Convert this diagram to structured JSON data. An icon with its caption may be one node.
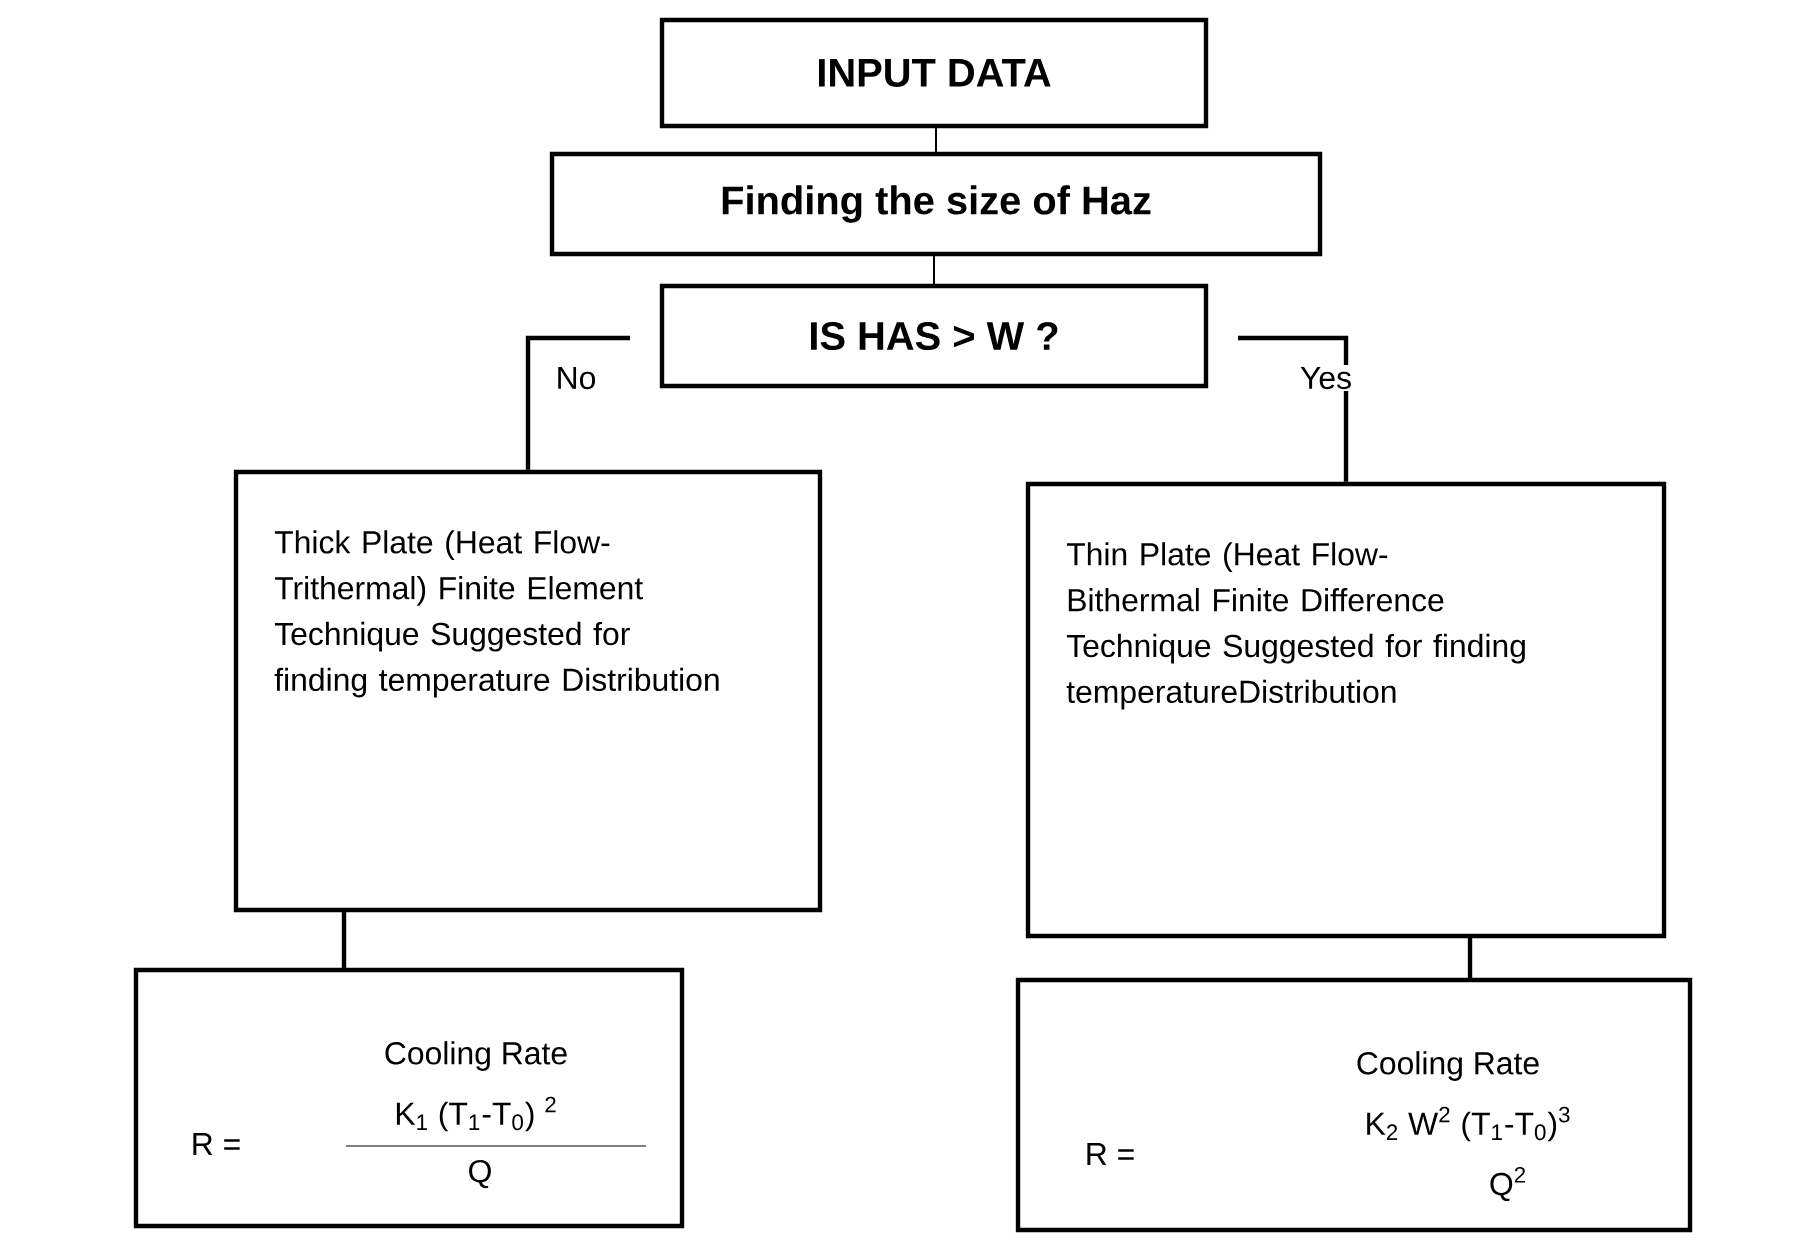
{
  "diagram": {
    "nodes": [
      {
        "text": [
          "INPUT  DATA"
        ]
      },
      {
        "text": [
          "Finding the size of Haz"
        ]
      },
      {
        "text": [
          "IS HAS > W ?"
        ]
      },
      {
        "text": [
          "Thick Plate (Heat Flow-Trithermal) Finite Element Technique Suggested for finding temperature Distribution"
        ]
      },
      {
        "text": [
          "Thin Plate (Heat Flow-Bithermal Finite Difference Technique Suggested for finding temperatureDistribution"
        ]
      },
      {
        "text": [
          "Cooling Rate",
          "R =",
          "K$_{1}$ (T$_{1}$-T$_{0}$) $^{2}$",
          "Q"
        ]
      },
      {
        "text": [
          "Cooling Rate",
          "R =",
          "K$_{2}$ W$^{2}$ (T$_{1}$-T$_{0}$)$^{3}$",
          "Q$^{2}$"
        ]
      }
    ],
    "edges": [
      {
        "from": 0,
        "to": 1,
        "arrow": "none"
      },
      {
        "from": 1,
        "to": 2,
        "arrow": "none"
      },
      {
        "from": 2,
        "to": 3,
        "arrow": "none",
        "label": "No"
      },
      {
        "from": 2,
        "to": 4,
        "arrow": "none",
        "label": "Yes"
      },
      {
        "from": 3,
        "to": 5,
        "arrow": "none"
      },
      {
        "from": 4,
        "to": 6,
        "arrow": "none"
      }
    ]
  }
}
